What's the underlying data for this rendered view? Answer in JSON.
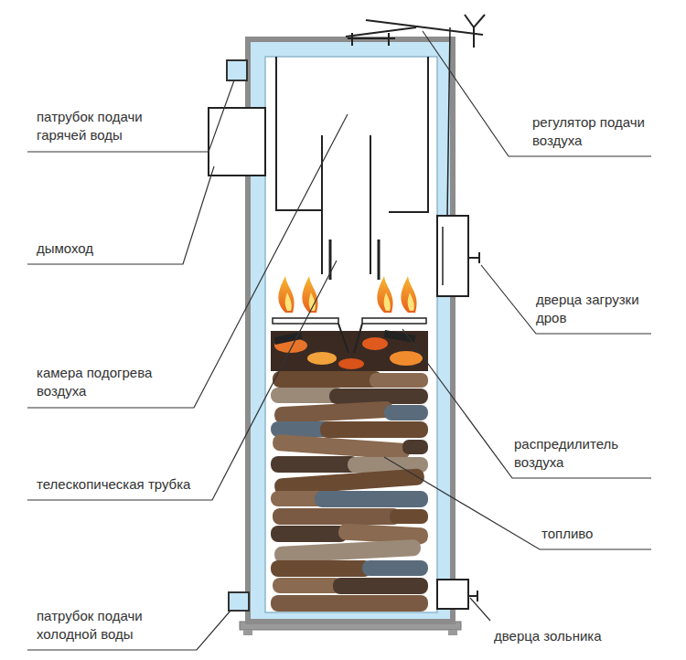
{
  "diagram": {
    "labels": [
      "патрубок подачи гарячей воды",
      "дымоход",
      "камера подогрева воздуха",
      "телескопическая трубка",
      "патрубок подачи холодной воды",
      "регулятор подачи воздуха",
      "дверца загрузки дров",
      "распредилитель воздуха",
      "топливо",
      "дверца зольника"
    ]
  }
}
